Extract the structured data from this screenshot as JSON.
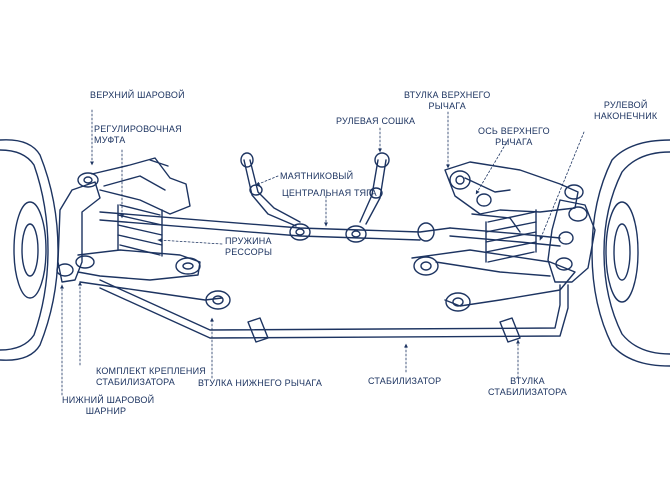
{
  "colors": {
    "ink": "#1d3461",
    "background": "#ffffff"
  },
  "labels": {
    "upper_ball_joint": [
      "ВЕРХНИЙ ШАРОВОЙ"
    ],
    "adjusting_sleeve": [
      "РЕГУЛИРОВОЧНАЯ",
      "МУФТА"
    ],
    "spring": [
      "ПРУЖИНА",
      "РЕССОРЫ"
    ],
    "stabilizer_kit": [
      "КОМПЛЕКТ КРЕПЛЕНИЯ",
      "СТАБИЛИЗАТОРА"
    ],
    "lower_ball_joint": [
      "НИЖНИЙ ШАРОВОЙ",
      "ШАРНИР"
    ],
    "lower_arm_bushing": [
      "ВТУЛКА НИЖНЕГО РЫЧАГА"
    ],
    "pitman_arm": [
      "РУЛЕВАЯ СОШКА"
    ],
    "idler_arm": [
      "МАЯТНИКОВЫЙ"
    ],
    "center_link": [
      "ЦЕНТРАЛЬНАЯ ТЯГА"
    ],
    "stabilizer": [
      "СТАБИЛИЗАТОР"
    ],
    "upper_arm_bushing": [
      "ВТУЛКА ВЕРХНЕГО",
      "РЫЧАГА"
    ],
    "upper_arm_shaft": [
      "ОСЬ ВЕРХНЕГО",
      "РЫЧАГА"
    ],
    "tie_rod_end": [
      "РУЛЕВОЙ",
      "НАКОНЕЧНИК"
    ],
    "stabilizer_bushing": [
      "ВТУЛКА",
      "СТАБИЛИЗАТОРА"
    ]
  }
}
